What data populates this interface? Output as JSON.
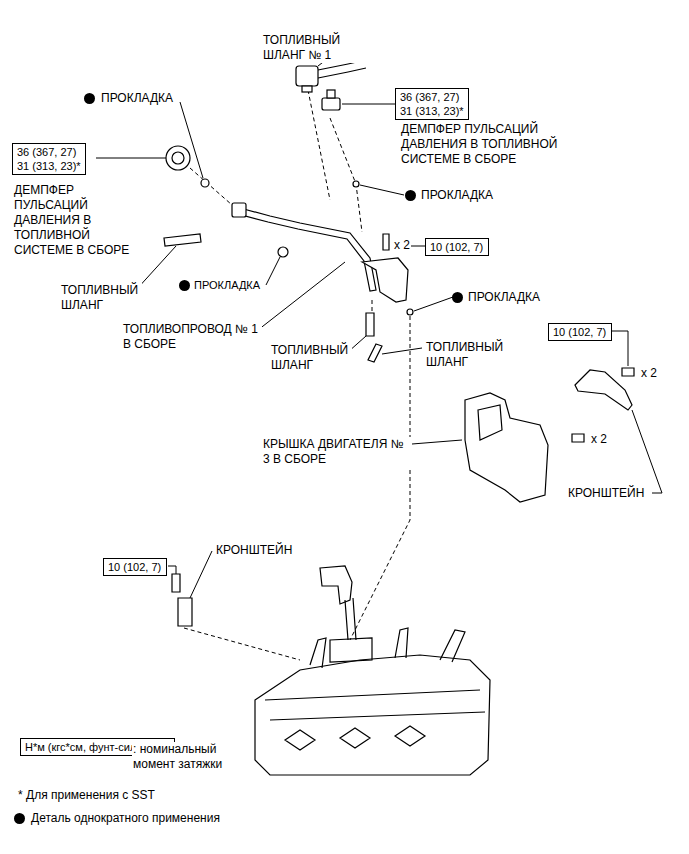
{
  "diagram": {
    "nodes": [
      {
        "text": [
          "36 (367, 27)",
          "31 (313, 23)*"
        ]
      },
      {
        "text": [
          "36 (367, 27)",
          "31 (313, 23)*"
        ]
      },
      {
        "text": [
          "10 (102, 7)"
        ]
      },
      {
        "text": [
          "10 (102, 7)"
        ]
      },
      {
        "text": [
          "10 (102, 7)"
        ]
      },
      {
        "text": [
          "Н*м (кгс*см, фунт-сила-фут)"
        ]
      }
    ],
    "edges": [],
    "labels": [
      "ТОПЛИВНЫЙ ШЛАНГ № 1",
      "ПРОКЛАДКА",
      "ДЕМПФЕР ПУЛЬСАЦИЙ ДАВЛЕНИЯ В ТОПЛИВНОЙ СИСТЕМЕ В СБОРЕ",
      "ДЕМПФЕР ПУЛЬСАЦИЙ ДАВЛЕНИЯ В ТОПЛИВНОЙ СИСТЕМЕ В СБОРЕ",
      "ПРОКЛАДКА",
      "x 2",
      "ТОПЛИВНЫЙ ШЛАНГ",
      "ПРОКЛАДКА",
      "ПРОКЛАДКА",
      "ТОПЛИВОПРОВОД № 1 В СБОРЕ",
      "ТОПЛИВНЫЙ ШЛАНГ",
      "ТОПЛИВНЫЙ ШЛАНГ",
      "x 2",
      "КРЫШКА ДВИГАТЕЛЯ № 3 В СБОРЕ",
      "x 2",
      "КРОНШТЕЙН",
      "КРОНШТЕЙН",
      ": номинальный момент затяжки",
      "* Для применения с SST"
    ],
    "legend": [
      {
        "text": "Деталь однократного применения"
      }
    ]
  }
}
